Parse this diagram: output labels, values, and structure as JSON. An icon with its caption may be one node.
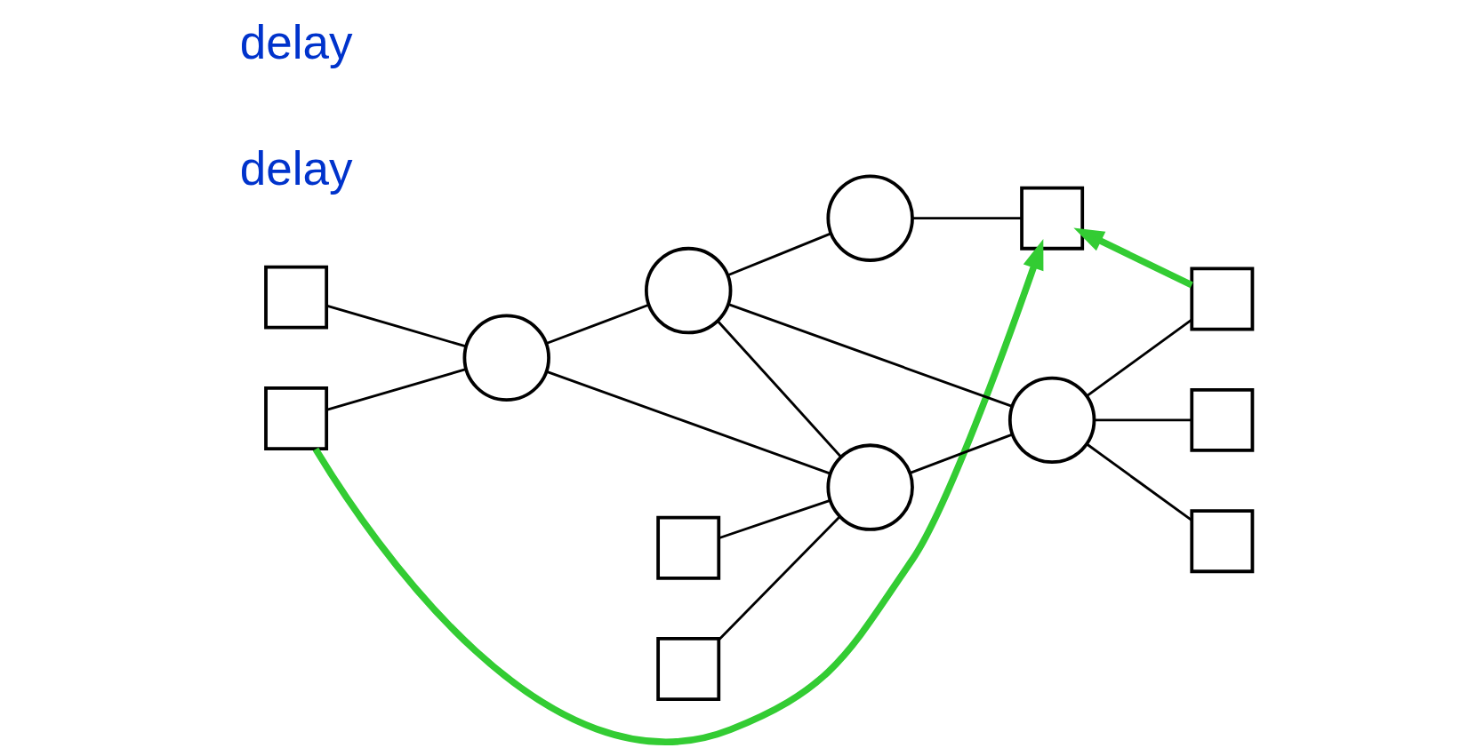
{
  "diagram": {
    "nodes": [
      {
        "text": [],
        "shape": "box"
      },
      {
        "text": [],
        "shape": "box"
      },
      {
        "text": [],
        "shape": "circle"
      },
      {
        "text": [],
        "shape": "circle"
      },
      {
        "text": [],
        "shape": "circle"
      },
      {
        "text": [],
        "shape": "box"
      },
      {
        "text": [],
        "shape": "box"
      },
      {
        "text": [],
        "shape": "box"
      },
      {
        "text": [],
        "shape": "circle"
      },
      {
        "text": [],
        "shape": "circle"
      },
      {
        "text": [],
        "shape": "box"
      },
      {
        "text": [],
        "shape": "box"
      },
      {
        "text": [],
        "shape": "box"
      }
    ],
    "edges": [
      {
        "from": 0,
        "to": 2,
        "arrow": "none"
      },
      {
        "from": 1,
        "to": 2,
        "arrow": "none"
      },
      {
        "from": 2,
        "to": 3,
        "arrow": "none"
      },
      {
        "from": 3,
        "to": 4,
        "arrow": "none"
      },
      {
        "from": 4,
        "to": 5,
        "arrow": "none"
      },
      {
        "from": 2,
        "to": 8,
        "arrow": "none"
      },
      {
        "from": 3,
        "to": 8,
        "arrow": "none"
      },
      {
        "from": 3,
        "to": 9,
        "arrow": "none"
      },
      {
        "from": 6,
        "to": 8,
        "arrow": "none"
      },
      {
        "from": 7,
        "to": 8,
        "arrow": "none"
      },
      {
        "from": 8,
        "to": 9,
        "arrow": "none"
      },
      {
        "from": 9,
        "to": 10,
        "arrow": "none"
      },
      {
        "from": 9,
        "to": 11,
        "arrow": "none"
      },
      {
        "from": 9,
        "to": 12,
        "arrow": "none"
      },
      {
        "from": 1,
        "to": 5,
        "arrow": "to",
        "style": "thick",
        "color": "#33cc33"
      },
      {
        "from": 10,
        "to": 5,
        "arrow": "to",
        "style": "thick",
        "color": "#33cc33"
      }
    ],
    "labels": [
      "delay",
      "delay"
    ]
  }
}
